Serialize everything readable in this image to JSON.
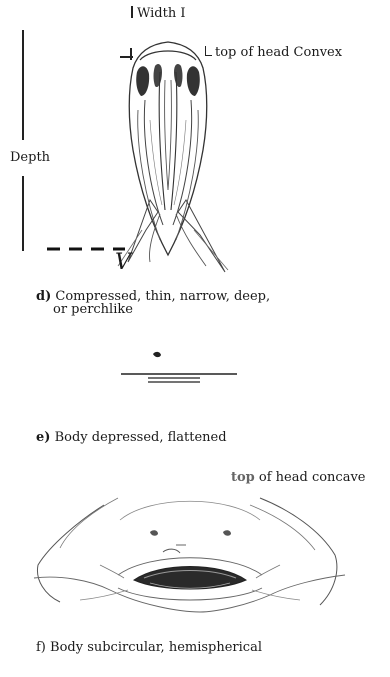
{
  "diagram": {
    "panel_d": {
      "width_label": "Width I",
      "top_label": "top of head Convex",
      "depth_label": "Depth",
      "v_label": "V",
      "caption_letter": "d)",
      "caption_line1": "Compressed, thin, narrow, deep,",
      "caption_line2": "or perchlike"
    },
    "panel_e": {
      "caption_letter": "e)",
      "caption_text": "Body depressed, flattened"
    },
    "panel_f": {
      "top_label_prefix": "top",
      "top_label_rest": "of head concave",
      "caption": "f) Body subcircular, hemispherical"
    }
  }
}
